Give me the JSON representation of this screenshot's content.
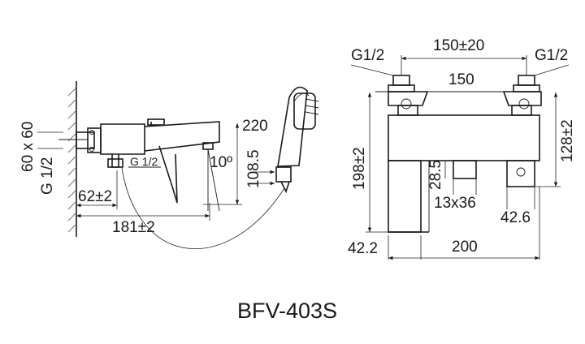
{
  "model": "BFV-403S",
  "side_view": {
    "dims": {
      "wall_conn": "60 x 60",
      "thread_left": "G 1/2",
      "thread_outlet": "G 1/2",
      "offset": "62±2",
      "length": "181±2",
      "hose_height": "220",
      "outlet_height": "108.5",
      "angle": "10º"
    }
  },
  "front_view": {
    "dims": {
      "thread_left": "G1/2",
      "thread_right": "G1/2",
      "centers": "150±20",
      "center_nominal": "150",
      "height_total": "198±2",
      "height_right": "128±2",
      "small_h": "28.5",
      "small_box": "13x36",
      "bottom_left": "42.2",
      "bottom_width": "200",
      "right_small": "42.6"
    }
  }
}
